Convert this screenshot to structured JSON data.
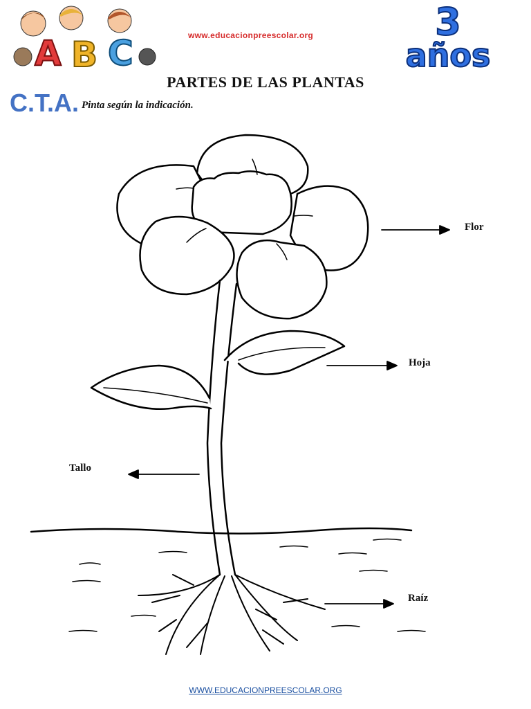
{
  "header": {
    "logo_letters": [
      "A",
      "B",
      "C"
    ],
    "site_url": "www.educacionpreescolar.org",
    "age_number": "3",
    "age_word": "años"
  },
  "worksheet": {
    "title": "PARTES DE LAS PLANTAS",
    "course": "C.T.A.",
    "instruction": "Pinta según la indicación."
  },
  "labels": {
    "flor": "Flor",
    "hoja": "Hoja",
    "tallo": "Tallo",
    "raiz": "Raíz"
  },
  "footer": {
    "url": "WWW.EDUCACIONPREESCOLAR.ORG"
  },
  "colors": {
    "url_red": "#d62b2b",
    "course_blue": "#4472c4",
    "badge_blue": "#2f6fe0",
    "footer_link": "#1a4fa0"
  }
}
